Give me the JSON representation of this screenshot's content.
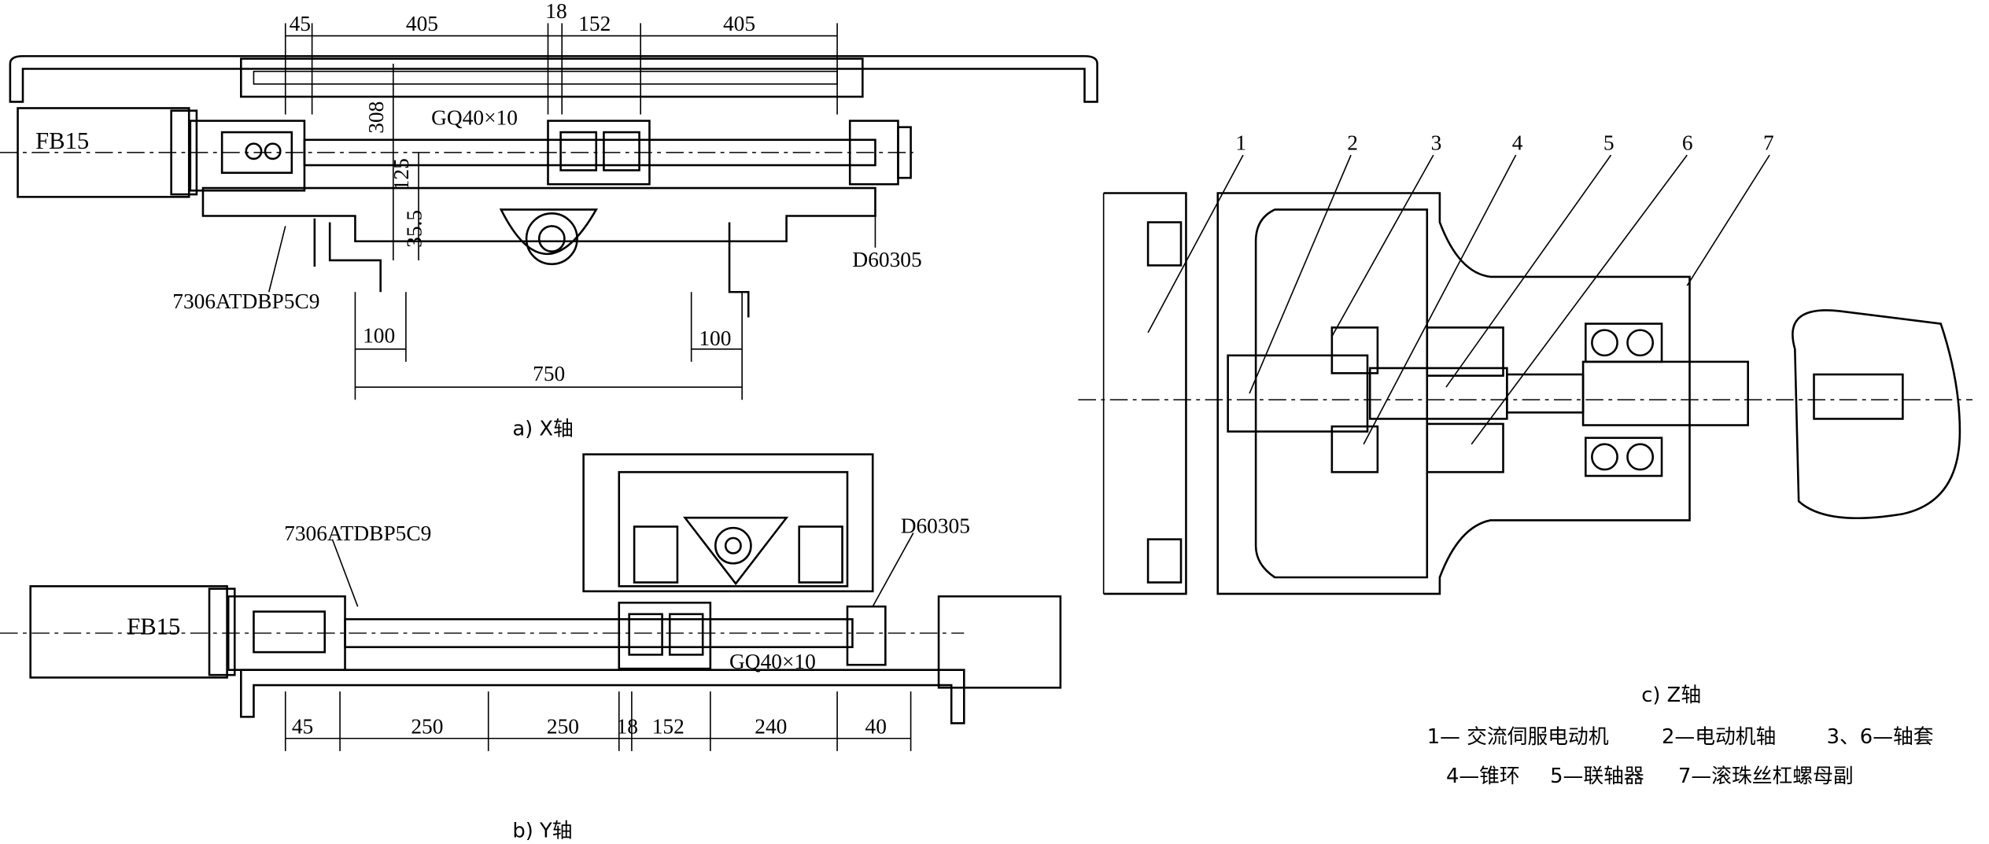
{
  "x_axis": {
    "caption": "a) X轴",
    "dims_top": [
      "45",
      "405",
      "18",
      "152",
      "405"
    ],
    "dim_308": "308",
    "dim_125": "125",
    "dim_35_5": "35.5",
    "dims_bottom": [
      "100",
      "100",
      "750"
    ],
    "motor_label": "FB15",
    "screw_label": "GQ40×10",
    "bearing_left": "7306ATDBP5C9",
    "bearing_right": "D60305"
  },
  "y_axis": {
    "caption": "b) Y轴",
    "bearing_left": "7306ATDBP5C9",
    "bearing_right": "D60305",
    "motor_label": "FB15",
    "screw_label": "GQ40×10",
    "dims_bottom": [
      "45",
      "250",
      "250",
      "18",
      "152",
      "240",
      "40"
    ]
  },
  "z_axis": {
    "caption": "c) Z轴",
    "part_numbers": [
      "1",
      "2",
      "3",
      "4",
      "5",
      "6",
      "7"
    ],
    "legend": [
      "1— 交流伺服电动机",
      "2—电动机轴",
      "3、6—轴套",
      "4—锥环",
      "5—联轴器",
      "7—滚珠丝杠螺母副"
    ]
  }
}
